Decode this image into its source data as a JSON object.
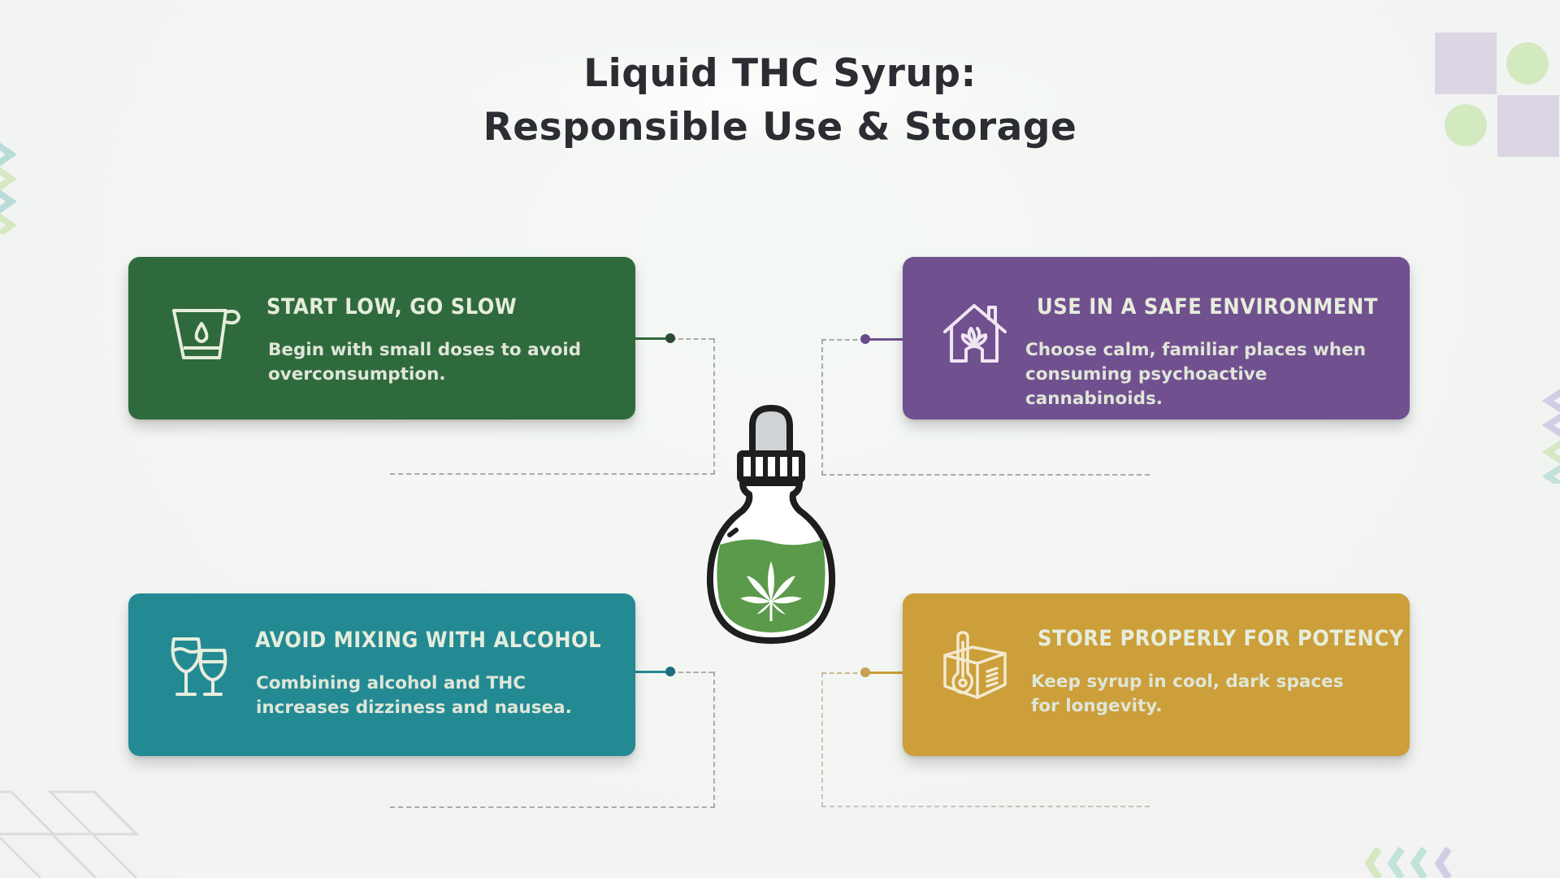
{
  "title": {
    "line1": "Liquid THC Syrup:",
    "line2": "Responsible Use & Storage"
  },
  "center": {
    "icon": "dropper-bottle-cannabis-leaf-icon"
  },
  "cards": [
    {
      "id": "start-low",
      "heading": "START LOW, GO SLOW",
      "description": "Begin with small doses to avoid overconsumption.",
      "icon": "measuring-cup-drop-icon",
      "color": "#2f6a3c",
      "position": "top-left"
    },
    {
      "id": "safe-environment",
      "heading": "USE IN A SAFE ENVIRONMENT",
      "description": "Choose calm, familiar places when consuming psychoactive cannabinoids.",
      "icon": "house-plant-icon",
      "color": "#71508f",
      "position": "top-right"
    },
    {
      "id": "avoid-alcohol",
      "heading": "AVOID MIXING WITH ALCOHOL",
      "description": "Combining alcohol and THC increases dizziness and nausea.",
      "icon": "wine-glasses-icon",
      "color": "#238a94",
      "position": "bottom-left"
    },
    {
      "id": "store-properly",
      "heading": "STORE PROPERLY FOR POTENCY",
      "description": "Keep syrup in cool, dark spaces for longevity.",
      "icon": "thermometer-box-icon",
      "color": "#cc9f3a",
      "position": "bottom-right"
    }
  ],
  "colors": {
    "green": "#2f6a3c",
    "purple": "#71508f",
    "teal": "#238a94",
    "gold": "#cc9f3a",
    "title": "#2b2d33",
    "liquid": "#5a9a4a"
  }
}
